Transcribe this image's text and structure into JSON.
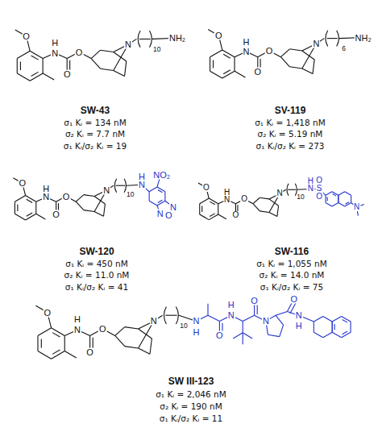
{
  "diagram": {
    "labels": [
      "O",
      "H",
      "N",
      "O",
      "O",
      "N",
      "10",
      "NH₂",
      "SW-43",
      "σ₁ Kᵢ = 134 nM",
      "σ₂ Kᵢ = 7.7 nM",
      "σ₁ Kᵢ/σ₂ Kᵢ = 19",
      "O",
      "H",
      "N",
      "O",
      "O",
      "N",
      "6",
      "NH₂",
      "SV-119",
      "σ₁ Kᵢ = 1,418 nM",
      "σ₂ Kᵢ = 5.19 nM",
      "σ₁ Kᵢ/σ₂ Kᵢ = 273",
      "O",
      "H",
      "N",
      "O",
      "O",
      "N",
      "10",
      "H",
      "N",
      "NO₂",
      "N",
      "O",
      "N",
      "SW-120",
      "σ₁ Kᵢ = 450 nM",
      "σ₂ Kᵢ = 11.0 nM",
      "σ₁ Kᵢ/σ₂ Kᵢ = 41",
      "O",
      "H",
      "N",
      "O",
      "O",
      "N",
      "10",
      "H",
      "N",
      "S",
      "O",
      "O",
      "N",
      "SW-116",
      "σ₁ Kᵢ = 1,055 nM",
      "σ₂ Kᵢ = 14.0 nM",
      "σ₁ Kᵢ/σ₂ Kᵢ = 75",
      "O",
      "H",
      "N",
      "O",
      "O",
      "N",
      "10",
      "N",
      "H",
      "O",
      "H",
      "N",
      "O",
      "N",
      "O",
      "N",
      "H",
      "SW III-123",
      "σ₁ Kᵢ = 2,046 nM",
      "σ₂ Kᵢ = 190 nM",
      "σ₁ Kᵢ/σ₂ Kᵢ = 11"
    ]
  }
}
